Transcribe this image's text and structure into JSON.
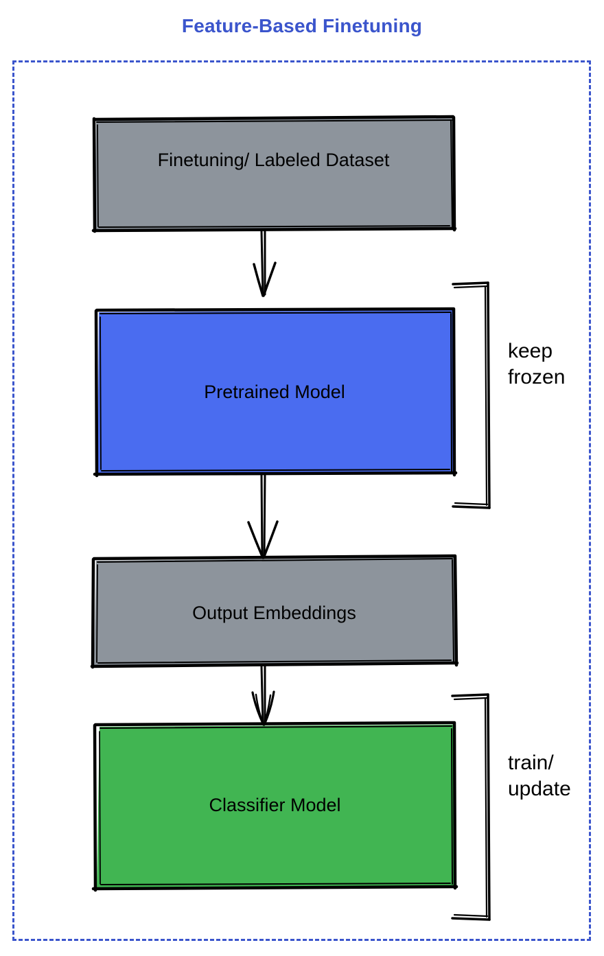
{
  "title": "Feature-Based Finetuning",
  "colors": {
    "title": "#3b55cc",
    "frame_border": "#3b55cc",
    "gray_node": "#8d949c",
    "blue_node": "#4a6cf0",
    "green_node": "#41b552",
    "stroke": "#000000",
    "background": "#ffffff"
  },
  "nodes": [
    {
      "id": "dataset",
      "label": "Finetuning/ Labeled Dataset",
      "fill": "#8d949c"
    },
    {
      "id": "pretrained",
      "label": "Pretrained Model",
      "fill": "#4a6cf0"
    },
    {
      "id": "embeddings",
      "label": "Output Embeddings",
      "fill": "#8d949c"
    },
    {
      "id": "classifier",
      "label": "Classifier Model",
      "fill": "#41b552"
    }
  ],
  "annotations": [
    {
      "id": "keep-frozen",
      "label": "keep\nfrozen",
      "target": "pretrained"
    },
    {
      "id": "train-update",
      "label": "train/\nupdate",
      "target": "classifier"
    }
  ],
  "edges": [
    {
      "from": "dataset",
      "to": "pretrained"
    },
    {
      "from": "pretrained",
      "to": "embeddings"
    },
    {
      "from": "embeddings",
      "to": "classifier"
    }
  ],
  "icons": {
    "arrow_down": "arrow-down-icon",
    "bracket_right": "right-bracket-icon"
  }
}
